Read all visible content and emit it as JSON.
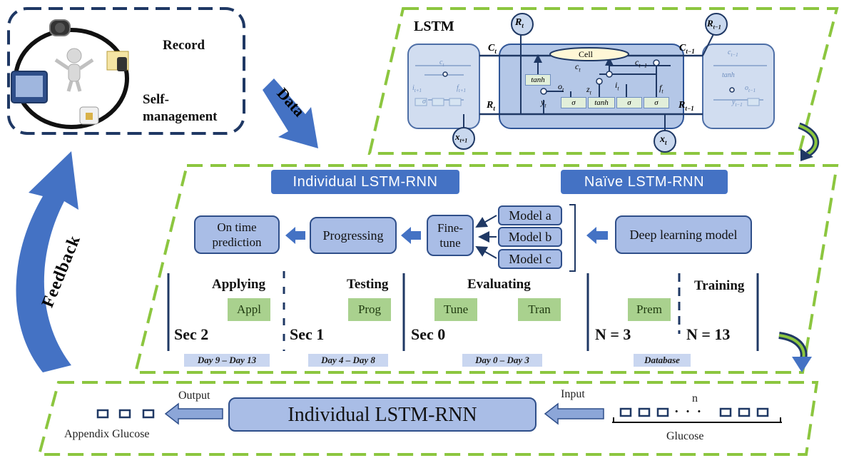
{
  "lstm": {
    "title": "LSTM",
    "cell": "Cell",
    "tanh_top": "tanh",
    "gates": [
      "σ",
      "tanh",
      "σ",
      "σ"
    ],
    "left_gate": "σ",
    "symbols": {
      "c_t": "C",
      "c_t_sub": "t",
      "c_t_minus": "C",
      "c_t_minus_sub": "t−1",
      "r_t_in": "R",
      "r_t_in_sub": "t",
      "r_t_minus_in": "R",
      "r_t_minus_in_sub": "t−1",
      "r_top_left": "R",
      "r_top_left_sub": "t",
      "r_top_right": "R",
      "r_top_right_sub": "t−1",
      "x_left": "x",
      "x_left_sub": "t+1",
      "x_right": "x",
      "x_right_sub": "t",
      "y_t": "y",
      "y_t_sub": "t",
      "o_t": "o",
      "o_t_sub": "t",
      "z_t": "z",
      "z_t_sub": "t",
      "i_t": "i",
      "i_t_sub": "t",
      "f_t": "f",
      "f_t_sub": "t",
      "c_inner": "c",
      "c_inner_sub": "t",
      "c_inner_minus": "c",
      "c_inner_minus_sub": "t−1"
    },
    "ghost_left": {
      "c": "c",
      "c_sub": "t",
      "i": "i",
      "i_sub": "t+1",
      "f": "f",
      "f_sub": "t+1"
    },
    "ghost_right": {
      "c": "c",
      "c_sub": "t−1",
      "tanh": "tanh",
      "o": "o",
      "o_sub": "t−1",
      "y": "y",
      "y_sub": "t−1"
    }
  },
  "record_panel": {
    "record": "Record",
    "self_management": "Self-\nmanagement"
  },
  "arrows": {
    "data": "Data",
    "feedback": "Feedback"
  },
  "middle": {
    "banner_individual": "Individual LSTM-RNN",
    "banner_naive": "Naïve LSTM-RNN",
    "on_time_prediction": "On time\nprediction",
    "progressing": "Progressing",
    "fine_tune": "Fine-\ntune",
    "models": [
      "Model a",
      "Model b",
      "Model c"
    ],
    "deep_learning_model": "Deep learning model",
    "headers": {
      "applying": "Applying",
      "testing": "Testing",
      "evaluating": "Evaluating",
      "training": "Training"
    },
    "tags": {
      "appl": "Appl",
      "prog": "Prog",
      "tune": "Tune",
      "tran": "Tran",
      "prem": "Prem"
    },
    "sections": {
      "sec2": "Sec 2",
      "sec1": "Sec 1",
      "sec0": "Sec 0",
      "n3": "N = 3",
      "n13": "N = 13"
    },
    "days": {
      "d9_13": "Day 9 – Day 13",
      "d4_8": "Day 4 – Day 8",
      "d0_3": "Day 0 – Day 3",
      "database": "Database"
    }
  },
  "bottom": {
    "model": "Individual LSTM-RNN",
    "output": "Output",
    "input": "Input",
    "appendix_glucose": "Appendix Glucose",
    "glucose": "Glucose",
    "n_label": "n",
    "dots": "• • •"
  },
  "colors": {
    "dash_green": "#8cc63f",
    "navy": "#1f3864",
    "blue_arrow": "#4472c4",
    "pill_fill": "#a9bde6",
    "green_tag": "#a9d18e",
    "day_fill": "#c9d6f0"
  }
}
